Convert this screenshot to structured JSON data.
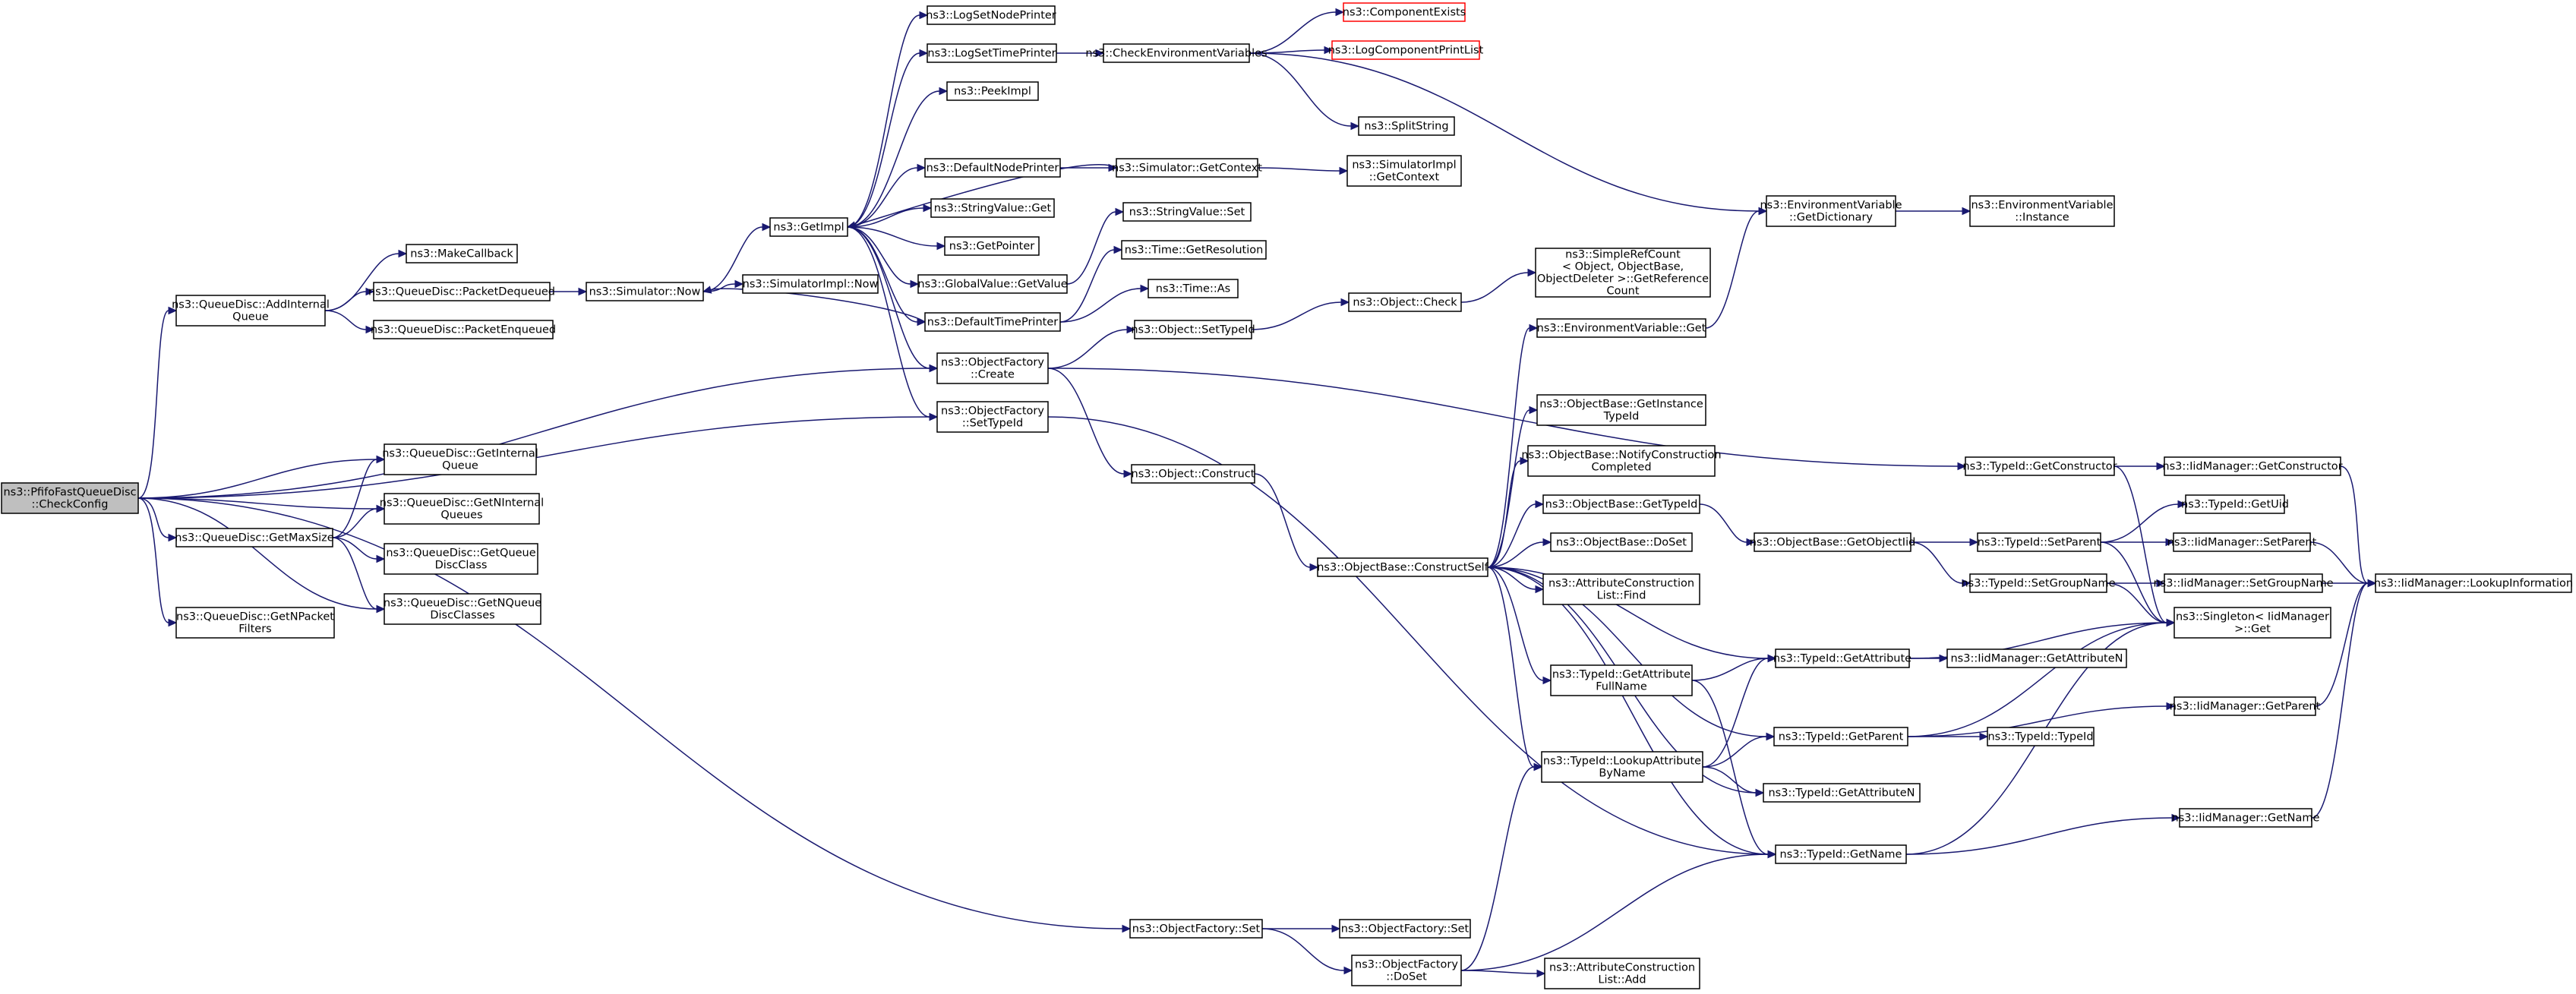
{
  "diagram": {
    "root": "n0",
    "nodes": [
      {
        "id": "n0",
        "lines": [
          "ns3::PfifoFastQueueDisc",
          "::CheckConfig"
        ]
      },
      {
        "id": "n1",
        "lines": [
          "ns3::QueueDisc::AddInternal",
          "Queue"
        ]
      },
      {
        "id": "n2",
        "lines": [
          "ns3::MakeCallback"
        ]
      },
      {
        "id": "n3",
        "lines": [
          "ns3::QueueDisc::PacketDequeued"
        ]
      },
      {
        "id": "n4",
        "lines": [
          "ns3::QueueDisc::PacketEnqueued"
        ]
      },
      {
        "id": "n5",
        "lines": [
          "ns3::Simulator::Now"
        ]
      },
      {
        "id": "n6",
        "lines": [
          "ns3::SimulatorImpl::Now"
        ]
      },
      {
        "id": "n7",
        "lines": [
          "ns3::GetImpl"
        ]
      },
      {
        "id": "n8",
        "lines": [
          "ns3::LogSetNodePrinter"
        ]
      },
      {
        "id": "n9",
        "lines": [
          "ns3::LogSetTimePrinter"
        ]
      },
      {
        "id": "n10",
        "lines": [
          "ns3::CheckEnvironmentVariables"
        ]
      },
      {
        "id": "n11",
        "lines": [
          "ns3::ComponentExists"
        ],
        "missing": true
      },
      {
        "id": "n12",
        "lines": [
          "ns3::LogComponentPrintList"
        ],
        "missing": true
      },
      {
        "id": "n13",
        "lines": [
          "ns3::SplitString"
        ]
      },
      {
        "id": "n14",
        "lines": [
          "ns3::EnvironmentVariable",
          "::GetDictionary"
        ]
      },
      {
        "id": "n15",
        "lines": [
          "ns3::EnvironmentVariable",
          "::Instance"
        ]
      },
      {
        "id": "n16",
        "lines": [
          "ns3::PeekImpl"
        ]
      },
      {
        "id": "n17",
        "lines": [
          "ns3::DefaultNodePrinter"
        ]
      },
      {
        "id": "n18",
        "lines": [
          "ns3::Simulator::GetContext"
        ]
      },
      {
        "id": "n19",
        "lines": [
          "ns3::SimulatorImpl",
          "::GetContext"
        ]
      },
      {
        "id": "n20",
        "lines": [
          "ns3::StringValue::Get"
        ]
      },
      {
        "id": "n21",
        "lines": [
          "ns3::GetPointer"
        ]
      },
      {
        "id": "n22",
        "lines": [
          "ns3::GlobalValue::GetValue"
        ]
      },
      {
        "id": "n23",
        "lines": [
          "ns3::StringValue::Set"
        ]
      },
      {
        "id": "n24",
        "lines": [
          "ns3::DefaultTimePrinter"
        ]
      },
      {
        "id": "n25",
        "lines": [
          "ns3::Time::GetResolution"
        ]
      },
      {
        "id": "n26",
        "lines": [
          "ns3::Time::As"
        ]
      },
      {
        "id": "n27",
        "lines": [
          "ns3::ObjectFactory",
          "::Create"
        ]
      },
      {
        "id": "n28",
        "lines": [
          "ns3::Object::SetTypeId"
        ]
      },
      {
        "id": "n29",
        "lines": [
          "ns3::Object::Check"
        ]
      },
      {
        "id": "n30",
        "lines": [
          "ns3::SimpleRefCount",
          "< Object, ObjectBase,",
          "ObjectDeleter >::GetReference",
          "Count"
        ]
      },
      {
        "id": "n31",
        "lines": [
          "ns3::ObjectFactory",
          "::SetTypeId"
        ]
      },
      {
        "id": "n32",
        "lines": [
          "ns3::Object::Construct"
        ]
      },
      {
        "id": "n33",
        "lines": [
          "ns3::ObjectBase::ConstructSelf"
        ]
      },
      {
        "id": "n34",
        "lines": [
          "ns3::EnvironmentVariable::Get"
        ]
      },
      {
        "id": "n35",
        "lines": [
          "ns3::ObjectBase::GetInstance",
          "TypeId"
        ]
      },
      {
        "id": "n36",
        "lines": [
          "ns3::ObjectBase::NotifyConstruction",
          "Completed"
        ]
      },
      {
        "id": "n37",
        "lines": [
          "ns3::ObjectBase::GetTypeId"
        ]
      },
      {
        "id": "n38",
        "lines": [
          "ns3::ObjectBase::DoSet"
        ]
      },
      {
        "id": "n39",
        "lines": [
          "ns3::AttributeConstruction",
          "List::Find"
        ]
      },
      {
        "id": "n40",
        "lines": [
          "ns3::TypeId::GetAttribute",
          "FullName"
        ]
      },
      {
        "id": "n41",
        "lines": [
          "ns3::TypeId::LookupAttribute",
          "ByName"
        ]
      },
      {
        "id": "n42",
        "lines": [
          "ns3::ObjectBase::GetObjectIid"
        ]
      },
      {
        "id": "n43",
        "lines": [
          "ns3::TypeId::SetParent"
        ]
      },
      {
        "id": "n44",
        "lines": [
          "ns3::TypeId::SetGroupName"
        ]
      },
      {
        "id": "n45",
        "lines": [
          "ns3::TypeId::GetAttribute"
        ]
      },
      {
        "id": "n46",
        "lines": [
          "ns3::TypeId::GetParent"
        ]
      },
      {
        "id": "n47",
        "lines": [
          "ns3::TypeId::GetAttributeN"
        ]
      },
      {
        "id": "n48",
        "lines": [
          "ns3::TypeId::GetName"
        ]
      },
      {
        "id": "n49",
        "lines": [
          "ns3::IidManager::GetAttributeN"
        ]
      },
      {
        "id": "n50",
        "lines": [
          "ns3::TypeId::TypeId"
        ]
      },
      {
        "id": "n51",
        "lines": [
          "ns3::TypeId::GetConstructor"
        ]
      },
      {
        "id": "n52",
        "lines": [
          "ns3::IidManager::GetConstructor"
        ]
      },
      {
        "id": "n53",
        "lines": [
          "ns3::TypeId::GetUid"
        ]
      },
      {
        "id": "n54",
        "lines": [
          "ns3::IidManager::SetParent"
        ]
      },
      {
        "id": "n55",
        "lines": [
          "ns3::IidManager::SetGroupName"
        ]
      },
      {
        "id": "n56",
        "lines": [
          "ns3::Singleton< IidManager",
          ">::Get"
        ]
      },
      {
        "id": "n57",
        "lines": [
          "ns3::IidManager::GetParent"
        ]
      },
      {
        "id": "n58",
        "lines": [
          "ns3::IidManager::GetName"
        ]
      },
      {
        "id": "n59",
        "lines": [
          "ns3::IidManager::LookupInformation"
        ]
      },
      {
        "id": "n60",
        "lines": [
          "ns3::QueueDisc::GetInternal",
          "Queue"
        ]
      },
      {
        "id": "n61",
        "lines": [
          "ns3::QueueDisc::GetNInternal",
          "Queues"
        ]
      },
      {
        "id": "n62",
        "lines": [
          "ns3::QueueDisc::GetMaxSize"
        ]
      },
      {
        "id": "n63",
        "lines": [
          "ns3::QueueDisc::GetQueue",
          "DiscClass"
        ]
      },
      {
        "id": "n64",
        "lines": [
          "ns3::QueueDisc::GetNQueue",
          "DiscClasses"
        ]
      },
      {
        "id": "n65",
        "lines": [
          "ns3::QueueDisc::GetNPacket",
          "Filters"
        ]
      },
      {
        "id": "n66",
        "lines": [
          "ns3::ObjectFactory::Set"
        ]
      },
      {
        "id": "n67",
        "lines": [
          "ns3::ObjectFactory::Set"
        ]
      },
      {
        "id": "n68",
        "lines": [
          "ns3::ObjectFactory",
          "::DoSet"
        ]
      },
      {
        "id": "n69",
        "lines": [
          "ns3::AttributeConstruction",
          "List::Add"
        ]
      }
    ],
    "edges": [
      [
        "n0",
        "n1"
      ],
      [
        "n0",
        "n27"
      ],
      [
        "n0",
        "n31"
      ],
      [
        "n0",
        "n60"
      ],
      [
        "n0",
        "n61"
      ],
      [
        "n0",
        "n62"
      ],
      [
        "n0",
        "n64"
      ],
      [
        "n0",
        "n65"
      ],
      [
        "n0",
        "n66"
      ],
      [
        "n1",
        "n2"
      ],
      [
        "n1",
        "n3"
      ],
      [
        "n1",
        "n4"
      ],
      [
        "n3",
        "n5"
      ],
      [
        "n5",
        "n6"
      ],
      [
        "n5",
        "n7"
      ],
      [
        "n7",
        "n8"
      ],
      [
        "n7",
        "n9"
      ],
      [
        "n7",
        "n16"
      ],
      [
        "n7",
        "n17"
      ],
      [
        "n7",
        "n20"
      ],
      [
        "n7",
        "n21"
      ],
      [
        "n7",
        "n22"
      ],
      [
        "n7",
        "n24"
      ],
      [
        "n7",
        "n27"
      ],
      [
        "n7",
        "n31"
      ],
      [
        "n9",
        "n10"
      ],
      [
        "n10",
        "n11"
      ],
      [
        "n10",
        "n12"
      ],
      [
        "n10",
        "n13"
      ],
      [
        "n10",
        "n14"
      ],
      [
        "n14",
        "n15"
      ],
      [
        "n17",
        "n18"
      ],
      [
        "n18",
        "n7"
      ],
      [
        "n18",
        "n19"
      ],
      [
        "n22",
        "n23"
      ],
      [
        "n24",
        "n5"
      ],
      [
        "n24",
        "n25"
      ],
      [
        "n24",
        "n26"
      ],
      [
        "n27",
        "n28"
      ],
      [
        "n27",
        "n32"
      ],
      [
        "n27",
        "n51"
      ],
      [
        "n28",
        "n29"
      ],
      [
        "n29",
        "n30"
      ],
      [
        "n31",
        "n48"
      ],
      [
        "n32",
        "n33"
      ],
      [
        "n33",
        "n34"
      ],
      [
        "n33",
        "n35"
      ],
      [
        "n33",
        "n36"
      ],
      [
        "n33",
        "n37"
      ],
      [
        "n33",
        "n38"
      ],
      [
        "n33",
        "n39"
      ],
      [
        "n33",
        "n40"
      ],
      [
        "n33",
        "n41"
      ],
      [
        "n33",
        "n45"
      ],
      [
        "n33",
        "n46"
      ],
      [
        "n33",
        "n47"
      ],
      [
        "n33",
        "n48"
      ],
      [
        "n34",
        "n14"
      ],
      [
        "n37",
        "n42"
      ],
      [
        "n42",
        "n43"
      ],
      [
        "n42",
        "n44"
      ],
      [
        "n43",
        "n53"
      ],
      [
        "n43",
        "n54"
      ],
      [
        "n43",
        "n56"
      ],
      [
        "n44",
        "n55"
      ],
      [
        "n44",
        "n56"
      ],
      [
        "n40",
        "n45"
      ],
      [
        "n40",
        "n48"
      ],
      [
        "n41",
        "n45"
      ],
      [
        "n41",
        "n46"
      ],
      [
        "n41",
        "n47"
      ],
      [
        "n45",
        "n49"
      ],
      [
        "n45",
        "n56"
      ],
      [
        "n46",
        "n50"
      ],
      [
        "n46",
        "n56"
      ],
      [
        "n46",
        "n57"
      ],
      [
        "n48",
        "n56"
      ],
      [
        "n48",
        "n58"
      ],
      [
        "n51",
        "n52"
      ],
      [
        "n51",
        "n56"
      ],
      [
        "n52",
        "n59"
      ],
      [
        "n54",
        "n59"
      ],
      [
        "n55",
        "n59"
      ],
      [
        "n57",
        "n59"
      ],
      [
        "n58",
        "n59"
      ],
      [
        "n62",
        "n60"
      ],
      [
        "n62",
        "n61"
      ],
      [
        "n62",
        "n63"
      ],
      [
        "n62",
        "n64"
      ],
      [
        "n66",
        "n67"
      ],
      [
        "n66",
        "n68"
      ],
      [
        "n68",
        "n41"
      ],
      [
        "n68",
        "n48"
      ],
      [
        "n68",
        "n69"
      ]
    ]
  }
}
